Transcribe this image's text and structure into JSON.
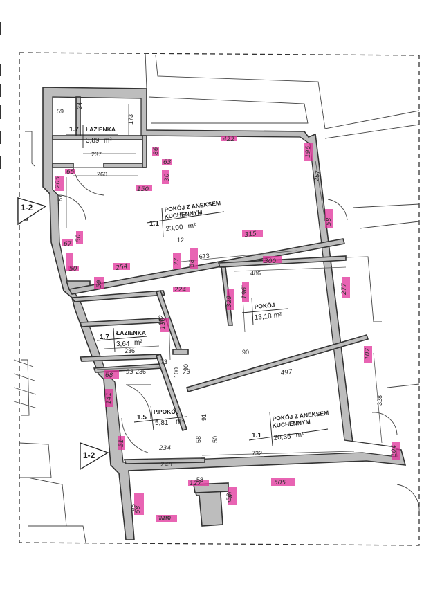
{
  "rooms": {
    "bath_top": {
      "number": "1.7",
      "name": "ŁAZIENKA",
      "area": "3,89",
      "unit": "m²"
    },
    "kitchen_top": {
      "number": "1.1",
      "name_line1": "POKÓJ Z ANEKSEM",
      "name_line2": "KUCHENNYM",
      "area": "23,00",
      "unit": "m²"
    },
    "room_mid": {
      "name": "POKÓJ",
      "area": "13,18",
      "unit": "m²"
    },
    "bath_mid": {
      "number": "1.7",
      "name": "ŁAZIENKA",
      "area": "3,64",
      "unit": "m²"
    },
    "hall": {
      "number": "1.5",
      "name": "P.POKÓJ",
      "area": "5,81",
      "unit": "m²"
    },
    "kitchen_bottom": {
      "number": "1.1",
      "name_line1": "POKÓJ Z ANEKSEM",
      "name_line2": "KUCHENNYM",
      "area": "20,35",
      "unit": "m²"
    }
  },
  "section_markers": [
    "1-2",
    "1-2"
  ],
  "dimensions": {
    "d59": "59",
    "d34": "34",
    "d173": "173",
    "d237": "237",
    "d260": "260",
    "d187": "187",
    "d673": "673",
    "d486": "486",
    "d162": "162",
    "d236a": "236",
    "d236b": "236",
    "d73": "73",
    "d100": "100",
    "d732": "732",
    "d328": "328",
    "d257": "257",
    "d58": "58",
    "d12": "12",
    "d90a": "90",
    "d90b": "90",
    "d50": "50",
    "d58b": "58",
    "d91": "91"
  },
  "handwritten": {
    "h150": "150",
    "h422": "422",
    "h315": "315",
    "h300": "300",
    "h497": "497",
    "h234": "234",
    "h248": "248",
    "h505": "505",
    "h189": "189",
    "h254": "254",
    "h58h": "58",
    "h99": "99",
    "h30": "30",
    "h93": "93",
    "h73h": "73"
  },
  "marks": [
    "65",
    "63",
    "86",
    "67",
    "50",
    "59",
    "77",
    "196",
    "329",
    "196",
    "277",
    "130",
    "58",
    "68",
    "141",
    "205",
    "107",
    "50",
    "104",
    "58",
    "58",
    "51",
    "130",
    "189",
    "127",
    "224"
  ]
}
